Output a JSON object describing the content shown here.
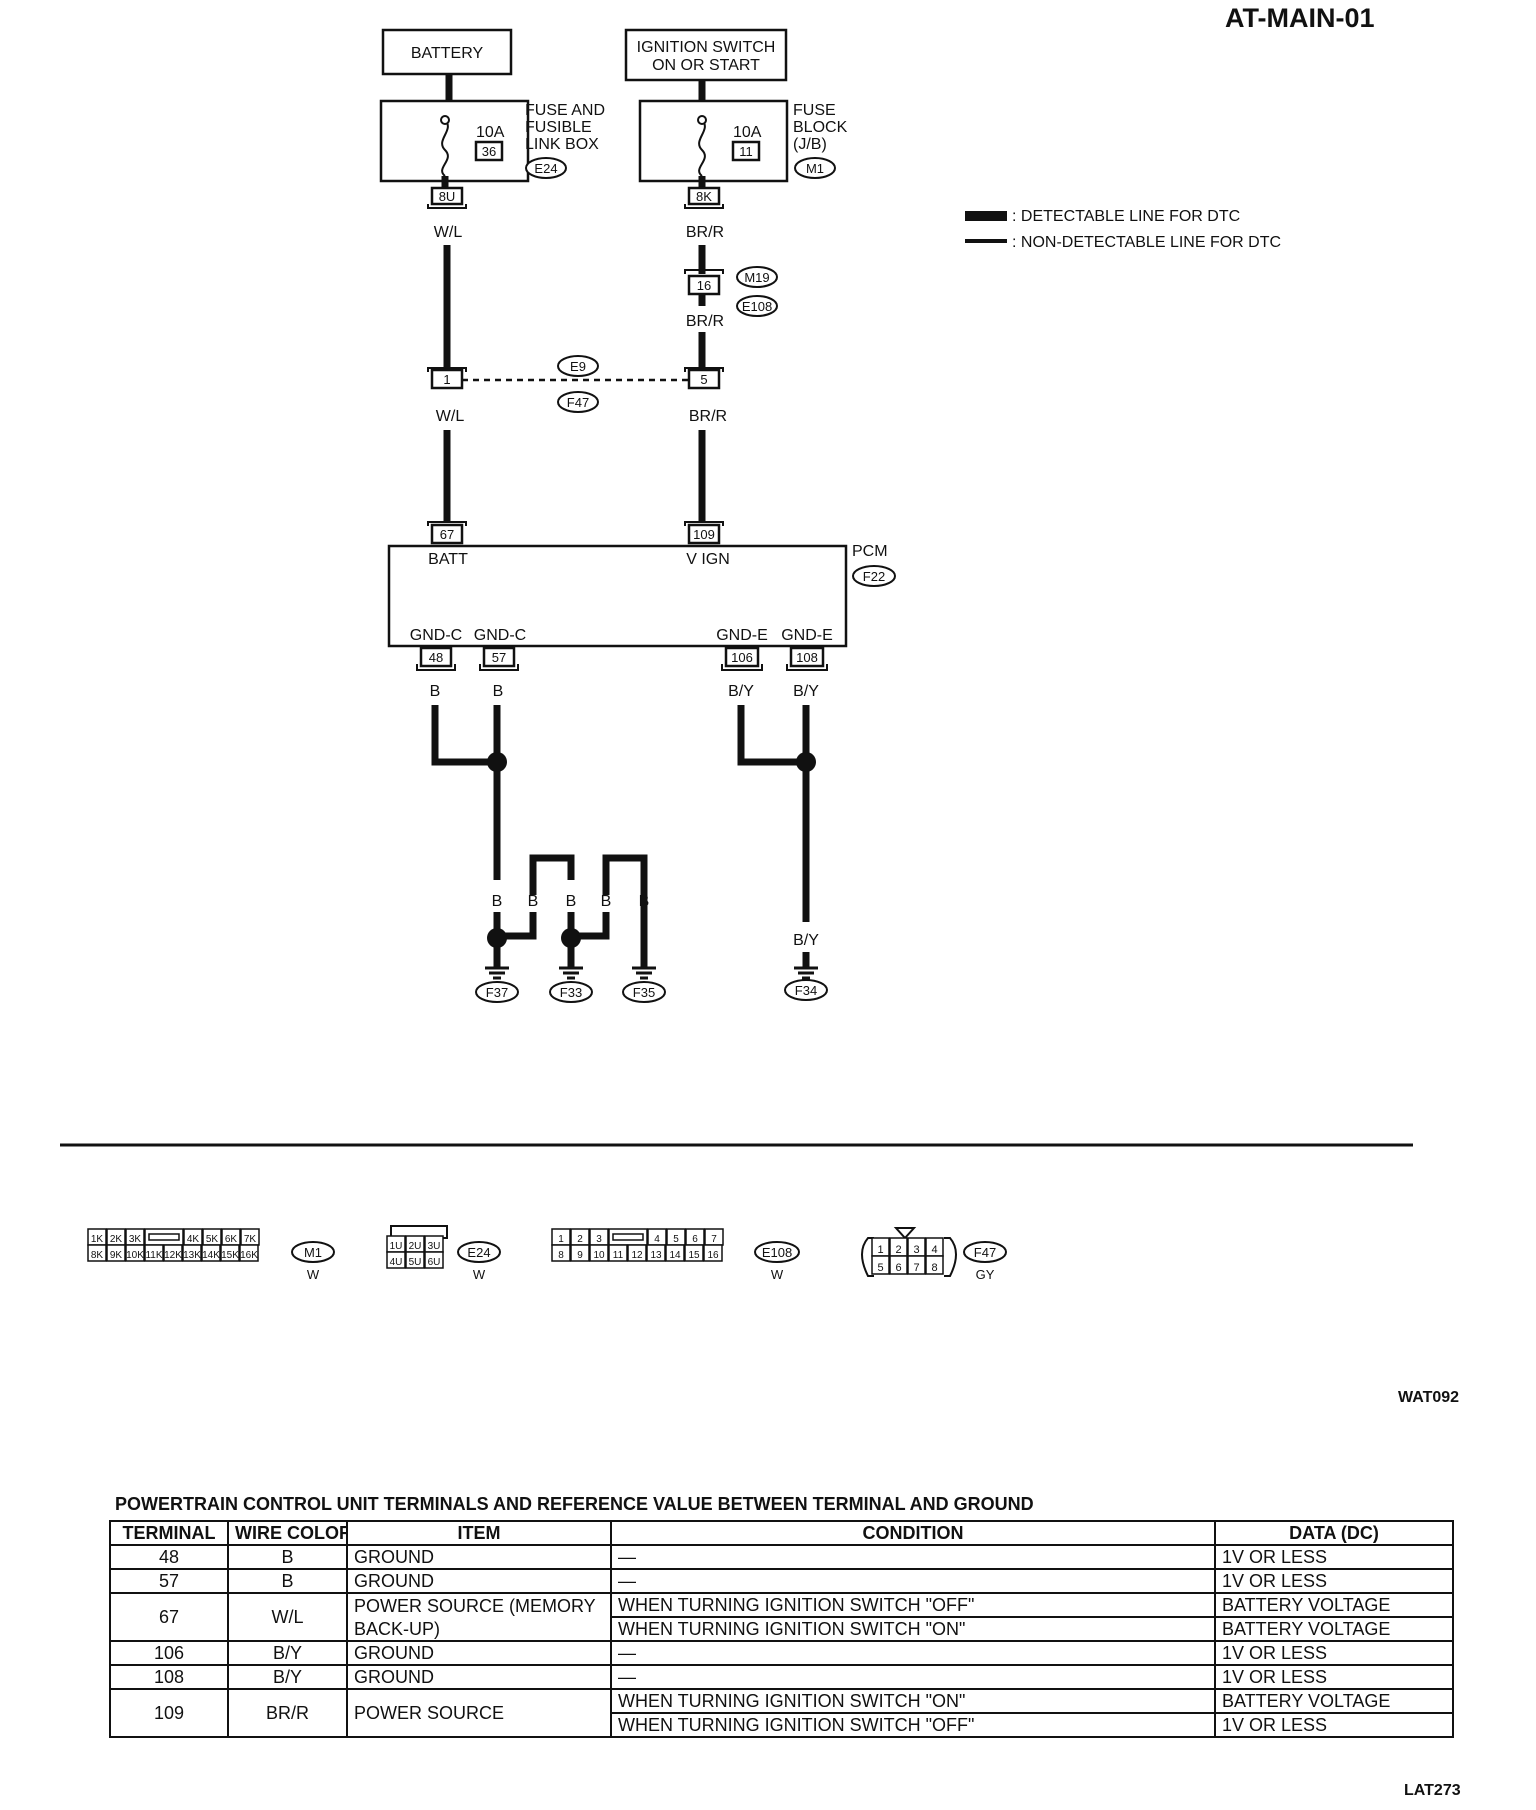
{
  "header": {
    "code": "AT-MAIN-01"
  },
  "legend": [
    {
      "label": ": DETECTABLE LINE FOR DTC"
    },
    {
      "label": ": NON-DETECTABLE LINE FOR DTC"
    }
  ],
  "nodes": {
    "battery": "BATTERY",
    "ignition_switch": [
      "IGNITION SWITCH",
      "ON OR START"
    ],
    "fuse_link_box": {
      "lines": [
        "FUSE AND",
        "FUSIBLE",
        "LINK BOX"
      ],
      "amp": "10A",
      "num": "36",
      "connector": "E24",
      "terminal": "8U",
      "wire": "W/L"
    },
    "fuse_block": {
      "lines": [
        "FUSE",
        "BLOCK",
        "(J/B)"
      ],
      "amp": "10A",
      "num": "11",
      "connector": "M1",
      "terminal": "8K",
      "wire": "BR/R"
    },
    "jc_m19": {
      "terminal": "16",
      "connectors": [
        "M19",
        "E108"
      ],
      "wire": "BR/R"
    },
    "jc_e9": {
      "left_terminal": "1",
      "right_terminal": "5",
      "connectors": [
        "E9",
        "F47"
      ],
      "left_wire": "W/L",
      "right_wire": "BR/R"
    },
    "pcm": {
      "label": "PCM",
      "connector": "F22",
      "top_pins": [
        {
          "num": "67",
          "name": "BATT"
        },
        {
          "num": "109",
          "name": "V IGN"
        }
      ],
      "bottom_pins": [
        {
          "num": "48",
          "name": "GND-C",
          "wire": "B"
        },
        {
          "num": "57",
          "name": "GND-C",
          "wire": "B"
        },
        {
          "num": "106",
          "name": "GND-E",
          "wire": "B/Y"
        },
        {
          "num": "108",
          "name": "GND-E",
          "wire": "B/Y"
        }
      ]
    },
    "grounds": {
      "wires": [
        "B",
        "B",
        "B",
        "B",
        "B",
        "B/Y"
      ],
      "connectors": [
        "F37",
        "F33",
        "F35",
        "F34"
      ]
    }
  },
  "connector_views": [
    {
      "id": "M1",
      "color": "W",
      "cells_top": [
        "1K",
        "2K",
        "3K",
        "",
        "4K",
        "5K",
        "6K",
        "7K"
      ],
      "cells_bottom": [
        "8K",
        "9K",
        "10K",
        "11K",
        "12K",
        "13K",
        "14K",
        "15K",
        "16K"
      ]
    },
    {
      "id": "E24",
      "color": "W",
      "cells_top": [
        "1U",
        "2U",
        "3U"
      ],
      "cells_bottom": [
        "4U",
        "5U",
        "6U"
      ]
    },
    {
      "id": "E108",
      "color": "W",
      "cells_top": [
        "1",
        "2",
        "3",
        "",
        "4",
        "5",
        "6",
        "7"
      ],
      "cells_bottom": [
        "8",
        "9",
        "10",
        "11",
        "12",
        "13",
        "14",
        "15",
        "16"
      ]
    },
    {
      "id": "F47",
      "color": "GY",
      "cells_top": [
        "1",
        "2",
        "3",
        "4"
      ],
      "cells_bottom": [
        "5",
        "6",
        "7",
        "8"
      ]
    }
  ],
  "figure_codes": {
    "diagram": "WAT092",
    "table": "LAT273"
  },
  "table": {
    "caption": "POWERTRAIN CONTROL UNIT TERMINALS AND REFERENCE VALUE BETWEEN TERMINAL AND GROUND",
    "headers": [
      "TERMINAL",
      "WIRE COLOR",
      "ITEM",
      "CONDITION",
      "DATA (DC)"
    ],
    "rows": [
      {
        "terminal": "48",
        "wire": "B",
        "item": "GROUND",
        "conditions": [
          "—"
        ],
        "data": [
          "1V OR LESS"
        ]
      },
      {
        "terminal": "57",
        "wire": "B",
        "item": "GROUND",
        "conditions": [
          "—"
        ],
        "data": [
          "1V OR LESS"
        ]
      },
      {
        "terminal": "67",
        "wire": "W/L",
        "item": "POWER SOURCE (MEMORY BACK-UP)",
        "item_lines": [
          "POWER SOURCE (MEMORY",
          "BACK-UP)"
        ],
        "conditions": [
          "WHEN TURNING IGNITION SWITCH \"OFF\"",
          "WHEN TURNING IGNITION SWITCH \"ON\""
        ],
        "data": [
          "BATTERY VOLTAGE",
          "BATTERY VOLTAGE"
        ]
      },
      {
        "terminal": "106",
        "wire": "B/Y",
        "item": "GROUND",
        "conditions": [
          "—"
        ],
        "data": [
          "1V OR LESS"
        ]
      },
      {
        "terminal": "108",
        "wire": "B/Y",
        "item": "GROUND",
        "conditions": [
          "—"
        ],
        "data": [
          "1V OR LESS"
        ]
      },
      {
        "terminal": "109",
        "wire": "BR/R",
        "item": "POWER SOURCE",
        "conditions": [
          "WHEN TURNING IGNITION SWITCH \"ON\"",
          "WHEN TURNING IGNITION SWITCH \"OFF\""
        ],
        "data": [
          "BATTERY VOLTAGE",
          "1V OR LESS"
        ]
      }
    ]
  }
}
